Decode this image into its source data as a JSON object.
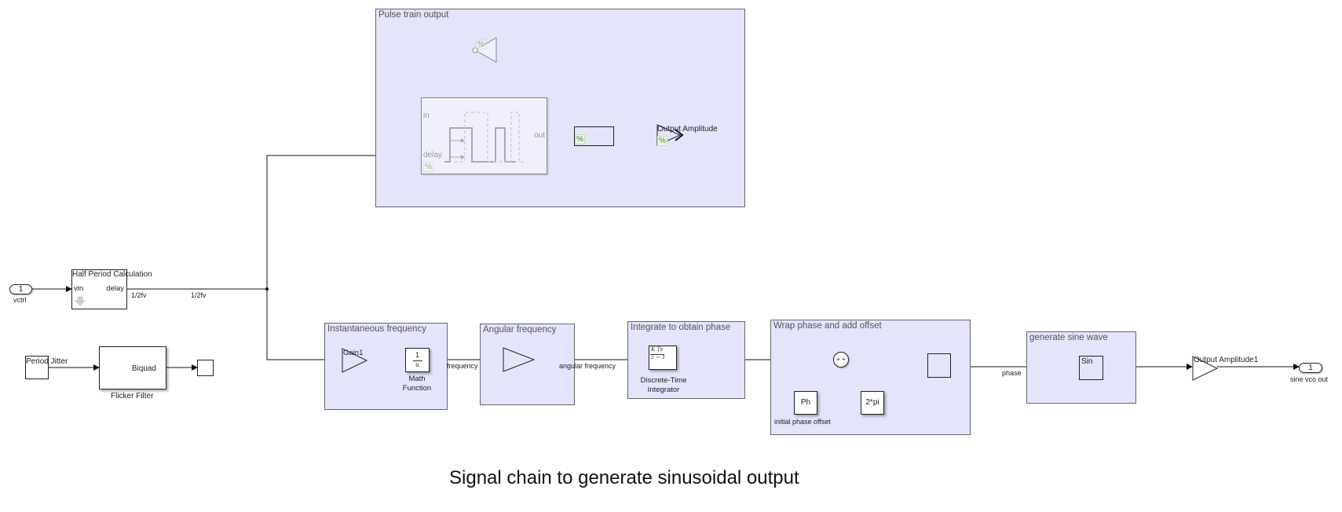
{
  "caption": "Signal chain to generate sinusoidal output",
  "areas": {
    "pulse_train": "Pulse train output",
    "inst_freq": "Instantaneous frequency",
    "ang_freq": "Angular frequency",
    "integrate": "Integrate to obtain phase",
    "wrap": "Wrap phase and add offset",
    "sine": "generate sine wave"
  },
  "blocks": {
    "inport": {
      "number": "1",
      "label": "vctrl"
    },
    "half_period": {
      "title": "Half Period Calculation",
      "in_port": "vin",
      "out_port": "delay"
    },
    "period_jitter": {
      "label": "Period Jitter"
    },
    "biquad": {
      "text": "Biquad",
      "label": "Flicker Filter"
    },
    "gain1": {
      "label": "Gain1"
    },
    "math_function": {
      "num": "1",
      "den": "u",
      "label": "Math Function"
    },
    "integrator": {
      "num": "K Ts",
      "den": "z − 1",
      "label": "Discrete-Time Integrator"
    },
    "sum": {
      "signs": "+ +"
    },
    "ph_const": {
      "text": "Ph",
      "label": "initial phase offset"
    },
    "twopi_const": {
      "text": "2*pi"
    },
    "sin": {
      "text": "Sin"
    },
    "output_gain": {
      "label": "Output Amplitude1"
    },
    "outport": {
      "number": "1",
      "label": "sine vco out"
    },
    "pulse_subsystem": {
      "in_port": "in",
      "delay_port": "delay",
      "out_port": "out"
    },
    "pulse_output_gain": {
      "label": "Output Amplitude"
    },
    "commented_marker": "%"
  },
  "signals": {
    "half_period_out_1": "1/2fv",
    "half_period_out_2": "1/2fv",
    "frequency": "frequency",
    "angular_frequency": "angular frequency",
    "phase": "phase"
  }
}
